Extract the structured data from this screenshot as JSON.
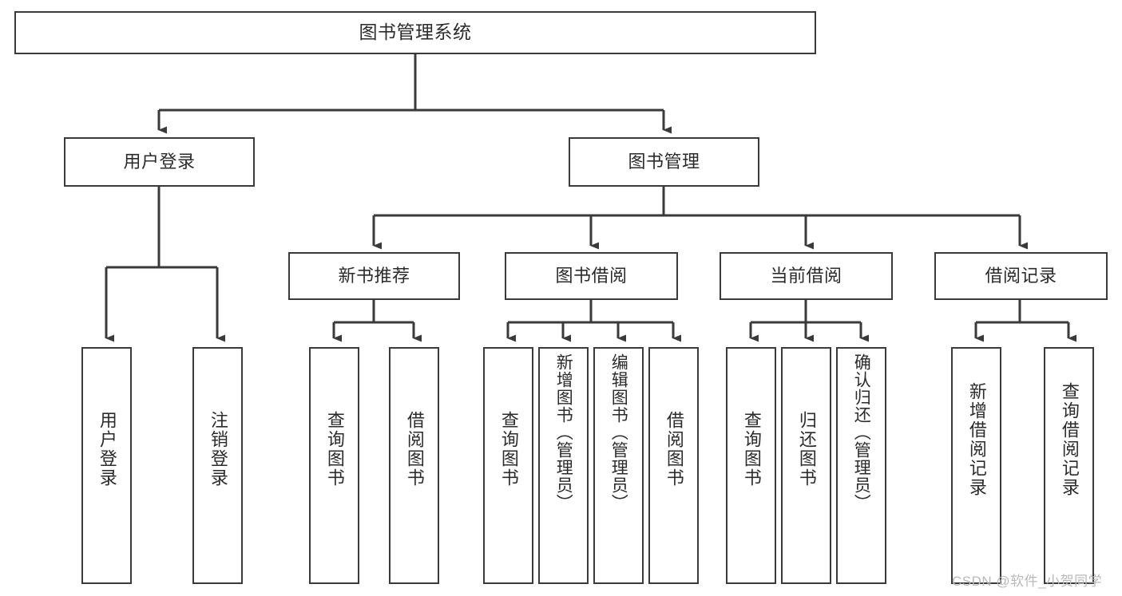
{
  "diagram": {
    "title": "图书管理系统",
    "type": "tree",
    "orientation": "top-down",
    "colors": {
      "box_border": "#3a3a3a",
      "box_fill": "#ffffff",
      "edge": "#3a3a3a",
      "text": "#2b2b2b",
      "watermark": "#b9b9b9",
      "background": "#ffffff"
    },
    "nodes": {
      "root": {
        "label": "图书管理系统"
      },
      "level2": [
        {
          "id": "user-login",
          "label": "用户登录"
        },
        {
          "id": "book-manage",
          "label": "图书管理"
        }
      ],
      "level3": [
        {
          "id": "new-book-recommend",
          "label": "新书推荐"
        },
        {
          "id": "book-borrow",
          "label": "图书借阅"
        },
        {
          "id": "current-borrow",
          "label": "当前借阅"
        },
        {
          "id": "borrow-record",
          "label": "借阅记录"
        }
      ],
      "leaves": {
        "user-login": [
          {
            "id": "leaf-user-login",
            "label": "用户登录"
          },
          {
            "id": "leaf-user-logout",
            "label": "注销登录"
          }
        ],
        "new-book-recommend": [
          {
            "id": "leaf-query-book-1",
            "label": "查询图书"
          },
          {
            "id": "leaf-borrow-book-1",
            "label": "借阅图书"
          }
        ],
        "book-borrow": [
          {
            "id": "leaf-query-book-2",
            "label": "查询图书"
          },
          {
            "id": "leaf-add-book",
            "label": "新增图书（管理员）"
          },
          {
            "id": "leaf-edit-book",
            "label": "编辑图书（管理员）"
          },
          {
            "id": "leaf-borrow-book-2",
            "label": "借阅图书"
          }
        ],
        "current-borrow": [
          {
            "id": "leaf-query-book-3",
            "label": "查询图书"
          },
          {
            "id": "leaf-return-book",
            "label": "归还图书"
          },
          {
            "id": "leaf-confirm-return",
            "label": "确认归还（管理员）"
          }
        ],
        "borrow-record": [
          {
            "id": "leaf-add-record",
            "label": "新增借阅记录"
          },
          {
            "id": "leaf-query-record",
            "label": "查询借阅记录"
          }
        ]
      }
    },
    "watermark": "CSDN @软件_小贺同学"
  }
}
